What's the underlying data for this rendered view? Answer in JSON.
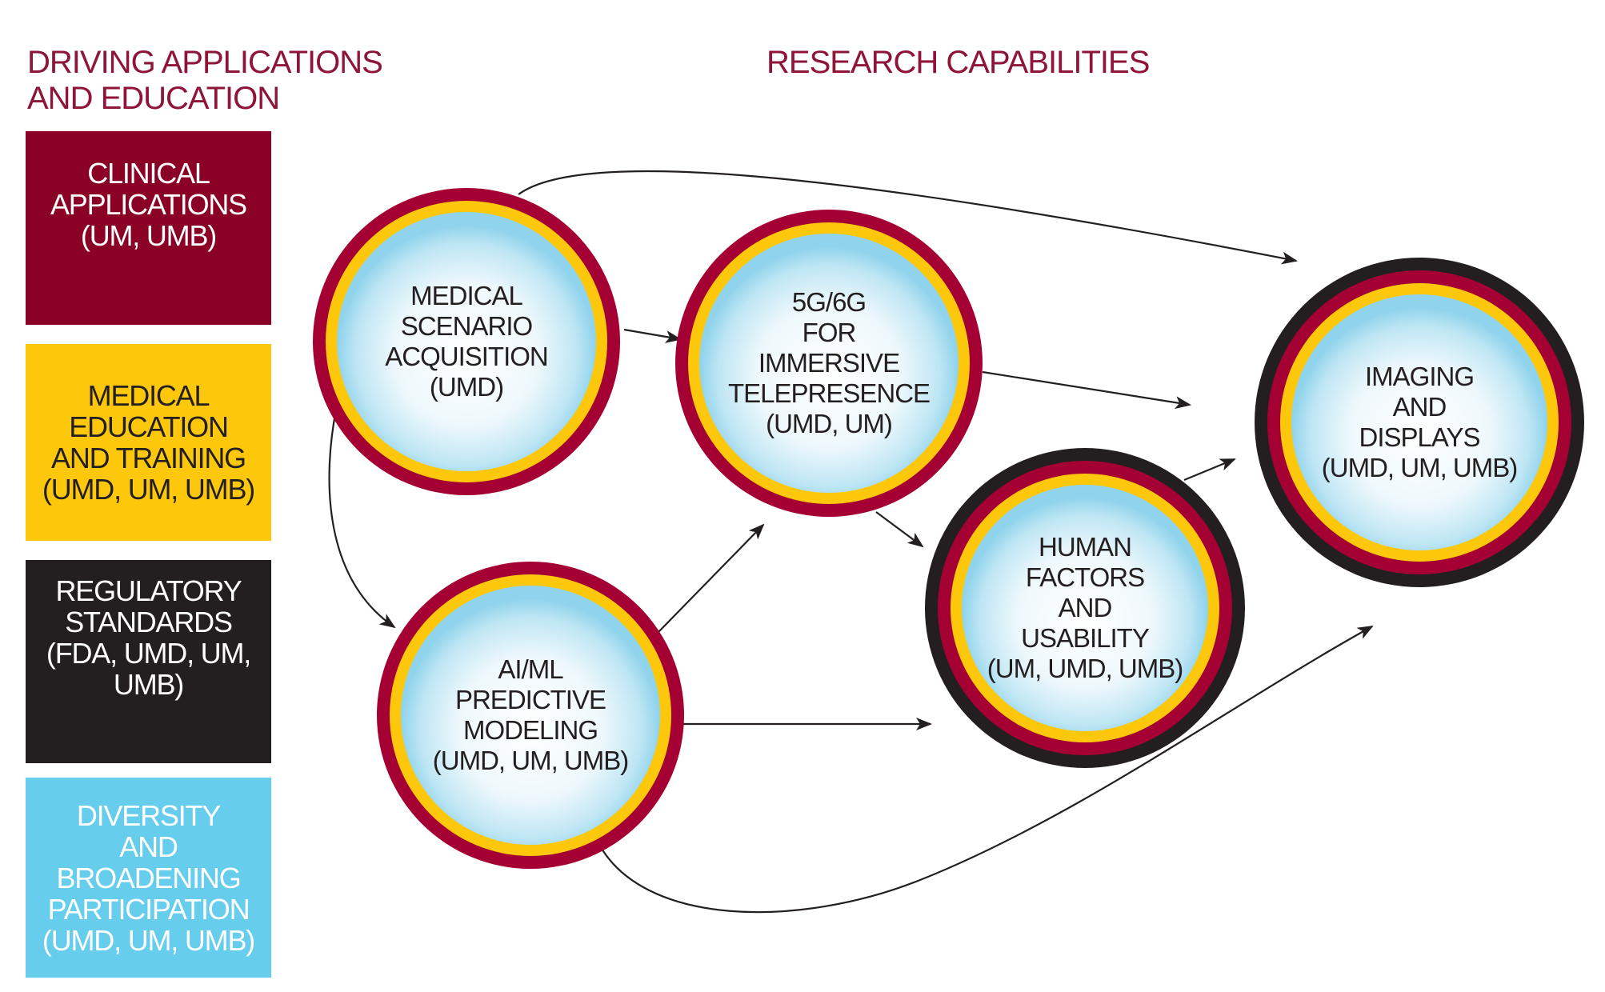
{
  "headings": {
    "left": "DRIVING APPLICATIONS\nAND EDUCATION",
    "right": "RESEARCH CAPABILITIES"
  },
  "colors": {
    "maroon": "#8b0025",
    "ring_maroon": "#a50034",
    "gold": "#fdc80c",
    "black": "#231f20",
    "sky": "#66cdec",
    "heading": "#8f1538",
    "arrow": "#231f20"
  },
  "driving_applications": [
    {
      "id": "clinical",
      "label": "CLINICAL\nAPPLICATIONS\n(UM, UMB)"
    },
    {
      "id": "education",
      "label": "MEDICAL\nEDUCATION\nAND TRAINING\n(UMD, UM, UMB)"
    },
    {
      "id": "regulatory",
      "label": "REGULATORY\nSTANDARDS\n(FDA, UMD, UM,\nUMB)"
    },
    {
      "id": "diversity",
      "label": "DIVERSITY\nAND\nBROADENING\nPARTICIPATION\n(UMD, UM, UMB)"
    }
  ],
  "research_capabilities": [
    {
      "id": "scenario",
      "lines": [
        "MEDICAL",
        "SCENARIO",
        "ACQUISITION",
        "(UMD)"
      ],
      "rings": [
        "maroon",
        "gold"
      ]
    },
    {
      "id": "telepresence",
      "lines": [
        "5G/6G",
        "FOR",
        "IMMERSIVE",
        "TELEPRESENCE",
        "(UMD, UM)"
      ],
      "rings": [
        "maroon",
        "gold"
      ]
    },
    {
      "id": "aiml",
      "lines": [
        "AI/ML",
        "PREDICTIVE",
        "MODELING",
        "(UMD, UM, UMB)"
      ],
      "rings": [
        "maroon",
        "gold"
      ]
    },
    {
      "id": "human-factors",
      "lines": [
        "HUMAN",
        "FACTORS",
        "AND",
        "USABILITY",
        "(UM, UMD, UMB)"
      ],
      "rings": [
        "black",
        "maroon",
        "gold"
      ]
    },
    {
      "id": "imaging",
      "lines": [
        "IMAGING",
        "AND",
        "DISPLAYS",
        "(UMD, UM, UMB)"
      ],
      "rings": [
        "black",
        "maroon",
        "gold"
      ]
    }
  ],
  "connections": [
    {
      "from": "scenario",
      "to": "imaging"
    },
    {
      "from": "scenario",
      "to": "telepresence"
    },
    {
      "from": "scenario",
      "to": "aiml"
    },
    {
      "from": "telepresence",
      "to": "imaging"
    },
    {
      "from": "telepresence",
      "to": "human-factors"
    },
    {
      "from": "aiml",
      "to": "telepresence"
    },
    {
      "from": "aiml",
      "to": "human-factors"
    },
    {
      "from": "aiml",
      "to": "imaging"
    },
    {
      "from": "human-factors",
      "to": "imaging"
    }
  ]
}
